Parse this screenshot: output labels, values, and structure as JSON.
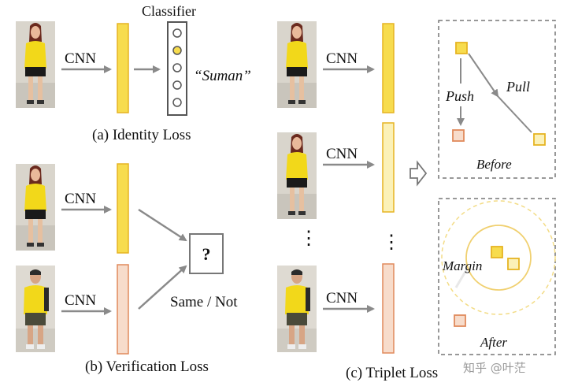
{
  "labels": {
    "cnn": "CNN",
    "classifier": "Classifier",
    "identity_name": "“Suman”",
    "caption_a": "(a) Identity Loss",
    "caption_b": "(b) Verification Loss",
    "caption_c": "(c) Triplet Loss",
    "question": "?",
    "same_not": "Same / Not",
    "push": "Push",
    "pull": "Pull",
    "before": "Before",
    "margin": "Margin",
    "after": "After",
    "ellipsis": "⋮",
    "watermark": "知乎 @叶茫"
  },
  "colors": {
    "anchor_feature": "#f7dc4e",
    "anchor_border": "#e6b422",
    "positive_feature": "#fbf1b8",
    "negative_feature": "#f7dccb",
    "negative_border": "#e08a5c",
    "arrow": "#8a8a8a",
    "box_border": "#777777",
    "person_yellow": "#f2d81a"
  }
}
